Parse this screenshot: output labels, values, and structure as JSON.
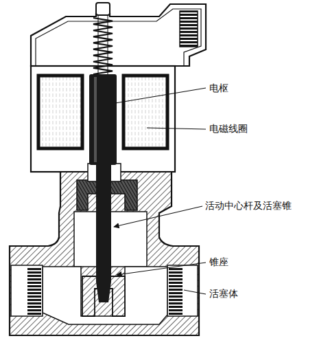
{
  "diagram": {
    "labels": [
      "电枢",
      "电磁线圈",
      "活动中心杆及活塞锥",
      "锥座",
      "活塞体"
    ]
  }
}
